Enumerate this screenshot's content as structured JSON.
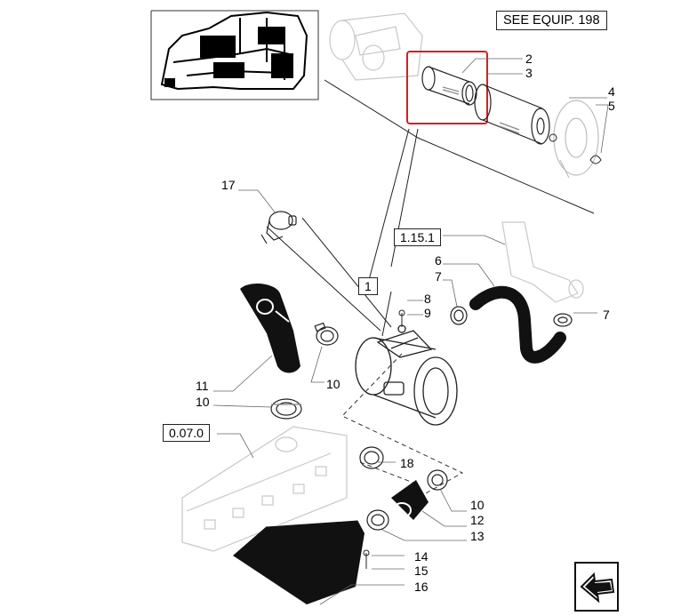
{
  "see_equip": "SEE EQUIP. 198",
  "refs": {
    "r1": "1",
    "r115": "1.15.1",
    "r070": "0.07.0"
  },
  "labels": {
    "p2": "2",
    "p3": "3",
    "p4": "4",
    "p5": "5",
    "p6": "6",
    "p7a": "7",
    "p7b": "7",
    "p8": "8",
    "p9": "9",
    "p10a": "10",
    "p10b": "10",
    "p10c": "10",
    "p11": "11",
    "p12": "12",
    "p13": "13",
    "p14": "14",
    "p15": "15",
    "p16": "16",
    "p17": "17",
    "p18": "18"
  },
  "colors": {
    "highlight": "#d42020",
    "line": "#222222",
    "ghost": "#c8c8c8",
    "part_dark": "#111111"
  }
}
